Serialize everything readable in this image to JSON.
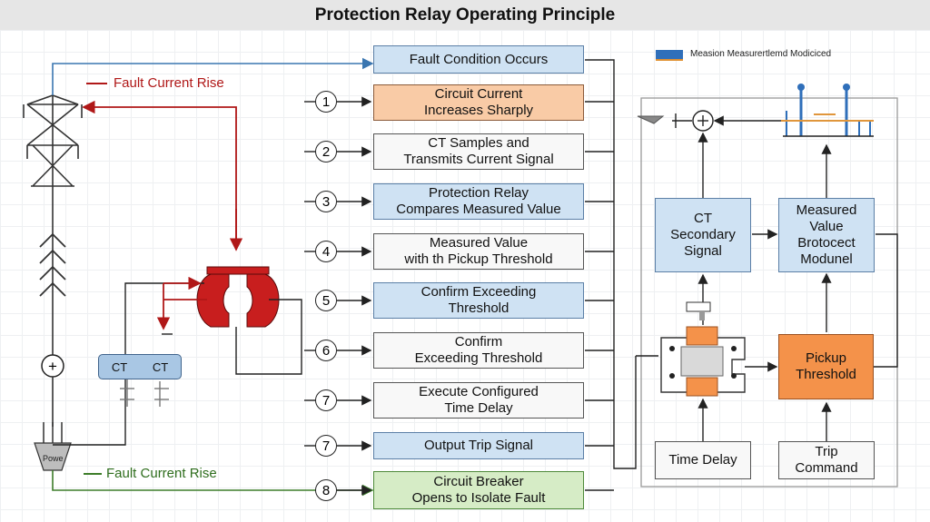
{
  "title": "Protection Relay Operating Principle",
  "left_labels": {
    "fault_current_rise_top": "Fault Current Rise",
    "fault_current_rise_bottom": "Fault Current Rise",
    "power": "Powe",
    "ct_left": "CT",
    "ct_right": "CT"
  },
  "steps": [
    {
      "num": "",
      "text": "Fault Condition Occurs"
    },
    {
      "num": "1",
      "text": "Circuit Current\nIncreases Sharply"
    },
    {
      "num": "2",
      "text": "CT Samples and\nTransmits Current Signal"
    },
    {
      "num": "3",
      "text": "Protection Relay\nCompares Measured Value"
    },
    {
      "num": "4",
      "text": "Measured Value\nwith th Pickup Threshold"
    },
    {
      "num": "5",
      "text": "Confirm Exceeding\nThreshold"
    },
    {
      "num": "6",
      "text": "Confirm\nExceeding Threshold"
    },
    {
      "num": "7",
      "text": "Execute Configured\nTime Delay"
    },
    {
      "num": "7",
      "text": "Output Trip Signal"
    },
    {
      "num": "8",
      "text": "Circuit Breaker\nOpens to Isolate Fault"
    }
  ],
  "legend": "Measion Measurertlemd Modiciced",
  "right_panel": {
    "ct_secondary": "CT\nSecondary\nSignal",
    "measured_value": "Measured\nValue\nBrotocect\nModunel",
    "pickup_threshold": "Pickup\nThreshold",
    "time_delay": "Time Delay",
    "trip_command": "Trip\nCommand"
  },
  "colors": {
    "blue_fill": "#cfe2f3",
    "orange_fill": "#f9cba6",
    "green_fill": "#d6ecc6",
    "relay_red": "#c81e1e",
    "fault_arrow_red": "#b01818",
    "feed_blue": "#3a76b0",
    "feed_green": "#3d7d2a"
  }
}
